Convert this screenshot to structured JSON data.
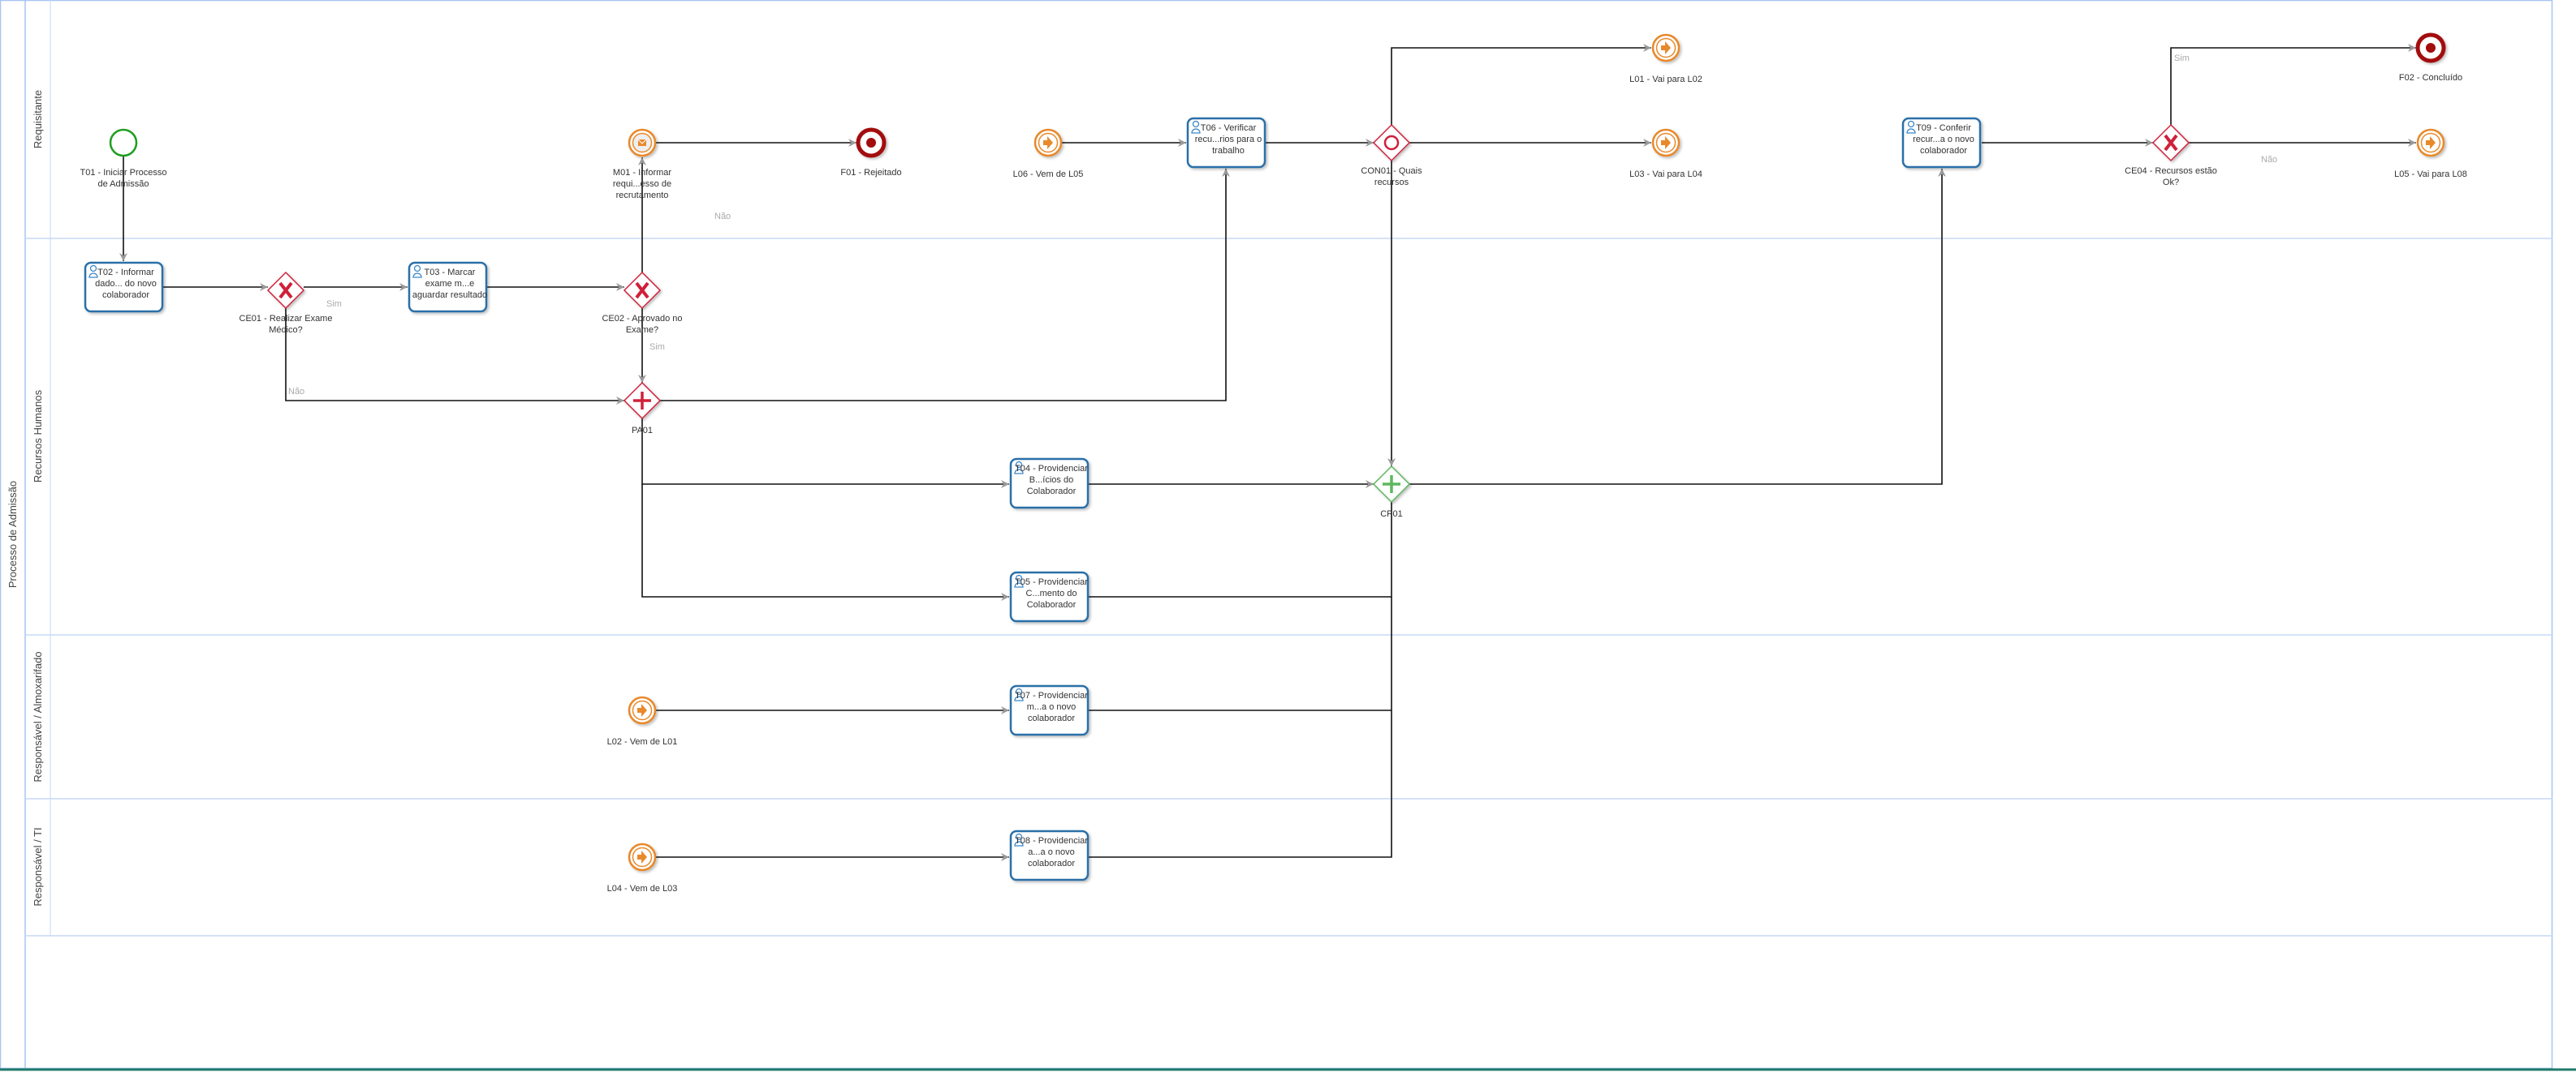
{
  "pool": {
    "label": "Processo de Admissão"
  },
  "lanes": [
    "Requisitante",
    "Recursos Humanos",
    "Responsável / Almoxarifado",
    "Responsável / TI"
  ],
  "nodes": {
    "t01": {
      "label": [
        "T01 - Iniciar Processo",
        "de Admissão"
      ]
    },
    "m01": {
      "label": [
        "M01 - Informar",
        "requi...esso de",
        "recrutamento"
      ]
    },
    "f01": {
      "label": [
        "F01 - Rejeitado"
      ]
    },
    "l06": {
      "label": [
        "L06 - Vem de L05"
      ]
    },
    "t06": {
      "label": [
        "T06 - Verificar",
        "recu...rios para o",
        "trabalho"
      ]
    },
    "con01": {
      "label": [
        "CON01 - Quais",
        "recursos"
      ]
    },
    "l01": {
      "label": [
        "L01 - Vai para L02"
      ]
    },
    "l03": {
      "label": [
        "L03 - Vai para L04"
      ]
    },
    "t09": {
      "label": [
        "T09 - Conferir",
        "recur...a o novo",
        "colaborador"
      ]
    },
    "ce04": {
      "label": [
        "CE04 - Recursos estão",
        "Ok?"
      ]
    },
    "f02": {
      "label": [
        "F02 - Concluído"
      ]
    },
    "l05": {
      "label": [
        "L05 - Vai para L08"
      ]
    },
    "t02": {
      "label": [
        "T02 - Informar",
        "dado... do novo",
        "colaborador"
      ]
    },
    "ce01": {
      "label": [
        "CE01 - Realizar Exame",
        "Médico?"
      ]
    },
    "t03": {
      "label": [
        "T03 - Marcar",
        "exame m...e",
        "aguardar resultado"
      ]
    },
    "ce02": {
      "label": [
        "CE02 - Aprovado no",
        "Exame?"
      ]
    },
    "pa01": {
      "label": [
        "PA01"
      ]
    },
    "t04": {
      "label": [
        "T04 - Providenciar",
        "B...ícios do",
        "Colaborador"
      ]
    },
    "cp01": {
      "label": [
        "CP01"
      ]
    },
    "t05": {
      "label": [
        "T05 - Providenciar",
        "C...mento do",
        "Colaborador"
      ]
    },
    "l02": {
      "label": [
        "L02 - Vem de L01"
      ]
    },
    "t07": {
      "label": [
        "T07 - Providenciar",
        "m...a o novo",
        "colaborador"
      ]
    },
    "l04": {
      "label": [
        "L04 - Vem de L03"
      ]
    },
    "t08": {
      "label": [
        "T08 - Providenciar",
        "a...a o novo",
        "colaborador"
      ]
    }
  },
  "flow_labels": {
    "ce01_sim": "Sim",
    "ce01_nao": "Não",
    "ce02_nao": "Não",
    "ce02_sim": "Sim",
    "ce04_sim": "Sim",
    "ce04_nao": "Não"
  },
  "colors": {
    "task": "#2a6fa8",
    "start": "#1e9e1e",
    "end": "#a30d0d",
    "link": "#e8892a",
    "gateway": "#d0203a",
    "parallel_join": "#5cb85c",
    "lane_border": "#c5d8f5"
  }
}
